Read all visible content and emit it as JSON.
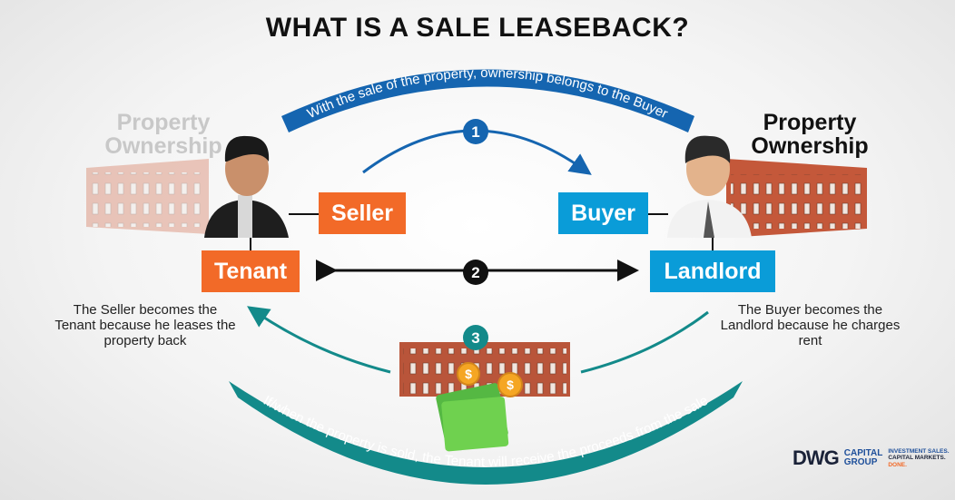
{
  "title": "WHAT IS A SALE LEASEBACK?",
  "top_banner": "With the sale of the property, ownership belongs to the Buyer",
  "bottom_banner": "If/when the property is sold, the Tenant will receive the proceeds from the sale",
  "left": {
    "ownership": "Property Ownership",
    "role1": "Seller",
    "role2": "Tenant",
    "description": "The Seller becomes the Tenant because he leases the property back"
  },
  "right": {
    "ownership": "Property Ownership",
    "role1": "Buyer",
    "role2": "Landlord",
    "description": "The Buyer becomes the Landlord because he charges rent"
  },
  "steps": [
    "1",
    "2",
    "3"
  ],
  "logo": {
    "main": "DWG",
    "sub1": "CAPITAL",
    "sub2": "GROUP",
    "tag1": "INVESTMENT SALES.",
    "tag2": "CAPITAL MARKETS.",
    "tag3": "DONE."
  },
  "colors": {
    "orange": "#f26a28",
    "blue": "#0a9cd8",
    "dark_blue": "#1565b0",
    "teal": "#138a8a"
  }
}
